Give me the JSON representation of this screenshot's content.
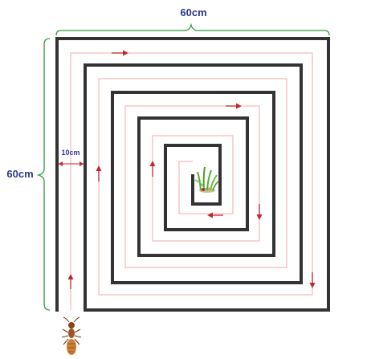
{
  "labels": {
    "top_width": "60cm",
    "left_height": "60cm",
    "gap": "10cm"
  },
  "colors": {
    "wall": "#333333",
    "path": "#f4a9a9",
    "arrow": "#c0272d",
    "brace": "#2e9a3a",
    "label": "#2b3990",
    "ant": "#b5651d",
    "grass": "#5aa83a"
  },
  "icons": {
    "start": "ant-icon",
    "goal": "grass-icon"
  }
}
